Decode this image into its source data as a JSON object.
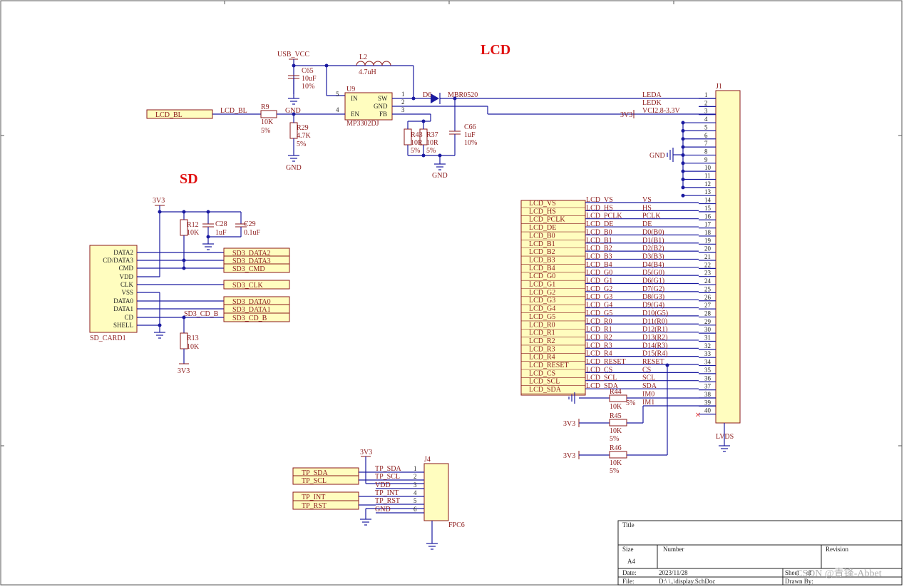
{
  "headings": {
    "lcd": "LCD",
    "sd": "SD"
  },
  "power": {
    "usb_vcc": "USB_VCC",
    "gnd": "GND",
    "v3v3": "3V3"
  },
  "components": {
    "c65": {
      "ref": "C65",
      "value": "10uF",
      "tol": "10%"
    },
    "l2": {
      "ref": "L2",
      "value": "4.7uH"
    },
    "u9": {
      "ref": "U9",
      "part": "MP3302DJ",
      "pins": {
        "in": "IN",
        "en": "EN",
        "sw": "SW",
        "gnd": "GND",
        "fb": "FB"
      },
      "pin_nums": [
        "5",
        "4",
        "1",
        "2",
        "3"
      ]
    },
    "d": {
      "ref": "D6",
      "part": "MBR0520"
    },
    "r9": {
      "ref": "R9",
      "value": "10K",
      "tol": "5%"
    },
    "r29": {
      "ref": "R29",
      "value": "4.7K",
      "tol": "5%"
    },
    "r43": {
      "ref": "R43",
      "value": "10R",
      "tol": "5%"
    },
    "r37": {
      "ref": "R37",
      "value": "10R",
      "tol": "5%"
    },
    "c66": {
      "ref": "C66",
      "value": "1uF",
      "tol": "10%"
    },
    "r12": {
      "ref": "R12",
      "value": "10K"
    },
    "c28": {
      "ref": "C28",
      "value": "1uF"
    },
    "c29": {
      "ref": "C29",
      "value": "0.1uF"
    },
    "r13": {
      "ref": "R13",
      "value": "10K"
    },
    "r44": {
      "ref": "R44",
      "value": "10K",
      "tol": "5%"
    },
    "r45": {
      "ref": "R45",
      "value": "10K",
      "tol": "5%"
    },
    "r46": {
      "ref": "R46",
      "value": "10K",
      "tol": "5%"
    },
    "j1": {
      "ref": "J1",
      "part": "LVDS"
    },
    "j4": {
      "ref": "J4",
      "part": "FPC6"
    },
    "sd_card": {
      "ref": "SD_CARD1",
      "pins": [
        "DATA2",
        "CD/DATA3",
        "CMD",
        "VDD",
        "CLK",
        "VSS",
        "DATA0",
        "DATA1",
        "CD",
        "SHELL"
      ]
    }
  },
  "nets": {
    "lcd_bl": "LCD_BL",
    "leda": "LEDA",
    "ledk": "LEDK",
    "vci": "VCI2.8-3.3V",
    "sd3_cd_b": "SD3_CD_B"
  },
  "sd_ports": [
    "SD3_DATA2",
    "SD3_DATA3",
    "SD3_CMD",
    "SD3_CLK",
    "SD3_DATA0",
    "SD3_DATA1",
    "SD3_CD_B"
  ],
  "lcd_ports": [
    "LCD_VS",
    "LCD_HS",
    "LCD_PCLK",
    "LCD_DE",
    "LCD_B0",
    "LCD_B1",
    "LCD_B2",
    "LCD_B3",
    "LCD_B4",
    "LCD_G0",
    "LCD_G1",
    "LCD_G2",
    "LCD_G3",
    "LCD_G4",
    "LCD_G5",
    "LCD_R0",
    "LCD_R1",
    "LCD_R2",
    "LCD_R3",
    "LCD_R4",
    "LCD_RESET",
    "LCD_CS",
    "LCD_SCL",
    "LCD_SDA"
  ],
  "j1_signals": [
    "VS",
    "HS",
    "PCLK",
    "DE",
    "D0(B0)",
    "D1(B1)",
    "D2(B2)",
    "D3(B3)",
    "D4(B4)",
    "D5(G0)",
    "D6(G1)",
    "D7(G2)",
    "D8(G3)",
    "D9(G4)",
    "D10(G5)",
    "D11(R0)",
    "D12(R1)",
    "D13(R2)",
    "D14(R3)",
    "D15(R4)",
    "RESET",
    "CS",
    "SCL",
    "SDA",
    "IM0",
    "IM1"
  ],
  "j1_pins": [
    "1",
    "2",
    "3",
    "4",
    "5",
    "6",
    "7",
    "8",
    "9",
    "10",
    "11",
    "12",
    "13",
    "14",
    "15",
    "16",
    "17",
    "18",
    "19",
    "20",
    "21",
    "22",
    "23",
    "24",
    "25",
    "26",
    "27",
    "28",
    "29",
    "30",
    "31",
    "32",
    "33",
    "34",
    "35",
    "36",
    "37",
    "38",
    "39",
    "40"
  ],
  "tp_ports": [
    "TP_SDA",
    "TP_SCL",
    "TP_INT",
    "TP_RST"
  ],
  "j4_signals": [
    "TP_SDA",
    "TP_SCL",
    "VDD",
    "TP_INT",
    "TP_RST",
    "GND"
  ],
  "j4_pins": [
    "1",
    "2",
    "3",
    "4",
    "5",
    "6"
  ],
  "title_block": {
    "title": "Title",
    "size_label": "Size",
    "size": "A4",
    "number_label": "Number",
    "revision_label": "Revision",
    "date_label": "Date:",
    "date": "2023/11/28",
    "file_label": "File:",
    "file": "D:\\          \\..\\display.SchDoc",
    "sheet_label": "Sheet",
    "sheet": "of",
    "drawn_label": "Drawn By:"
  },
  "watermark": "CSDN @青锋-Abbet"
}
